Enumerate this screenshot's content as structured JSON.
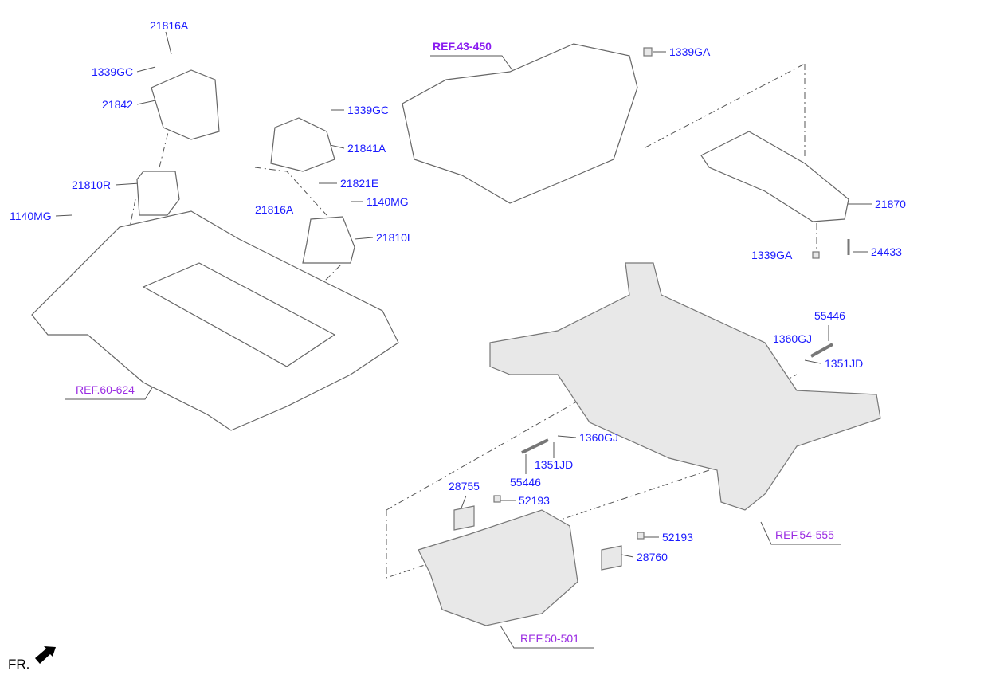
{
  "diagram": {
    "colors": {
      "part_label": "#1a1aff",
      "reference_label": "#9a2be2",
      "line": "#555555",
      "part_fill": "#e8e8e8"
    },
    "part_labels": [
      {
        "id": "p1",
        "text": "21816A"
      },
      {
        "id": "p2",
        "text": "1339GC"
      },
      {
        "id": "p3",
        "text": "21842"
      },
      {
        "id": "p4",
        "text": "21810R"
      },
      {
        "id": "p5",
        "text": "1140MG"
      },
      {
        "id": "p6",
        "text": "1339GC"
      },
      {
        "id": "p7",
        "text": "21841A"
      },
      {
        "id": "p8",
        "text": "21821E"
      },
      {
        "id": "p9",
        "text": "21816A"
      },
      {
        "id": "p10",
        "text": "1140MG"
      },
      {
        "id": "p11",
        "text": "21810L"
      },
      {
        "id": "p12",
        "text": "1339GA"
      },
      {
        "id": "p13",
        "text": "21870"
      },
      {
        "id": "p14",
        "text": "1339GA"
      },
      {
        "id": "p15",
        "text": "24433"
      },
      {
        "id": "p16",
        "text": "55446"
      },
      {
        "id": "p17",
        "text": "1360GJ"
      },
      {
        "id": "p18",
        "text": "1351JD"
      },
      {
        "id": "p19",
        "text": "1360GJ"
      },
      {
        "id": "p20",
        "text": "1351JD"
      },
      {
        "id": "p21",
        "text": "55446"
      },
      {
        "id": "p22",
        "text": "28755"
      },
      {
        "id": "p23",
        "text": "52193"
      },
      {
        "id": "p24",
        "text": "52193"
      },
      {
        "id": "p25",
        "text": "28760"
      }
    ],
    "reference_labels": [
      {
        "id": "r1",
        "text": "REF.43-450"
      },
      {
        "id": "r2",
        "text": "REF.60-624"
      },
      {
        "id": "r3",
        "text": "REF.54-555"
      },
      {
        "id": "r4",
        "text": "REF.50-501"
      }
    ],
    "direction_marker": "FR."
  }
}
